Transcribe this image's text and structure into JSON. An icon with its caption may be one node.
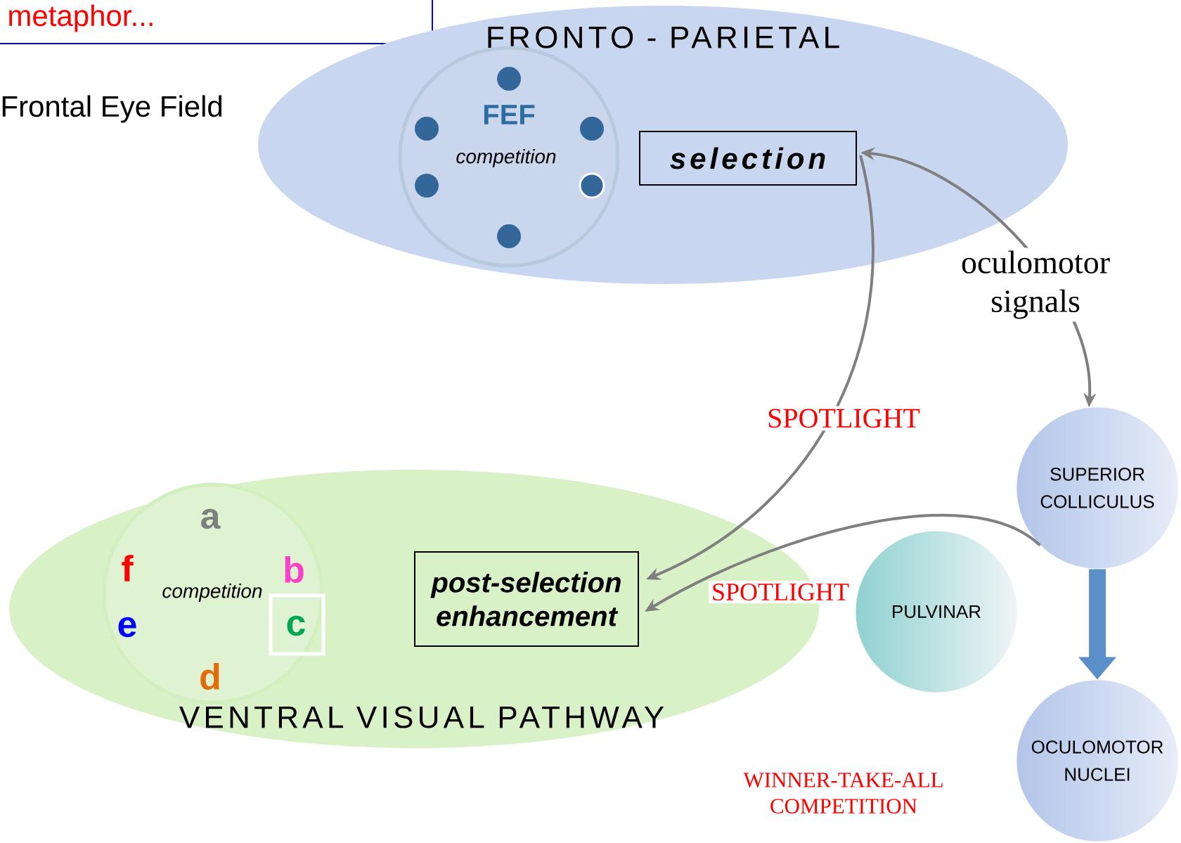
{
  "diagram": {
    "nodes": [
      {
        "text": [
          "FRONTO - PARIETAL"
        ]
      },
      {
        "text": [
          "FEF",
          "competition"
        ],
        "in": 0
      },
      {
        "text": [
          "selection"
        ],
        "in": 0
      },
      {
        "text": [
          "VENTRAL VISUAL PATHWAY"
        ]
      },
      {
        "text": [
          "a",
          "f",
          "b",
          "competition",
          "e",
          "c",
          "d"
        ],
        "in": 3
      },
      {
        "text": [
          "post-selection enhancement"
        ],
        "in": 3
      },
      {
        "text": [
          "PULVINAR"
        ]
      },
      {
        "text": [
          "SUPERIOR COLLICULUS"
        ]
      },
      {
        "text": [
          "OCULOMOTOR NUCLEI"
        ]
      }
    ],
    "edges": [
      {
        "from": 2,
        "to": 7,
        "arrow": "both",
        "label": "oculomotor signals"
      },
      {
        "from": 2,
        "to": 5,
        "arrow": "to",
        "label": "SPOTLIGHT"
      },
      {
        "from": 7,
        "to": 5,
        "arrow": "to",
        "label": "SPOTLIGHT"
      },
      {
        "from": 7,
        "to": 8,
        "arrow": "to",
        "style": "thick",
        "color": "#5b8fc8"
      }
    ],
    "labels": [
      "metaphor...",
      "Frontal Eye Field",
      "WINNER-TAKE-ALL COMPETITION"
    ]
  }
}
